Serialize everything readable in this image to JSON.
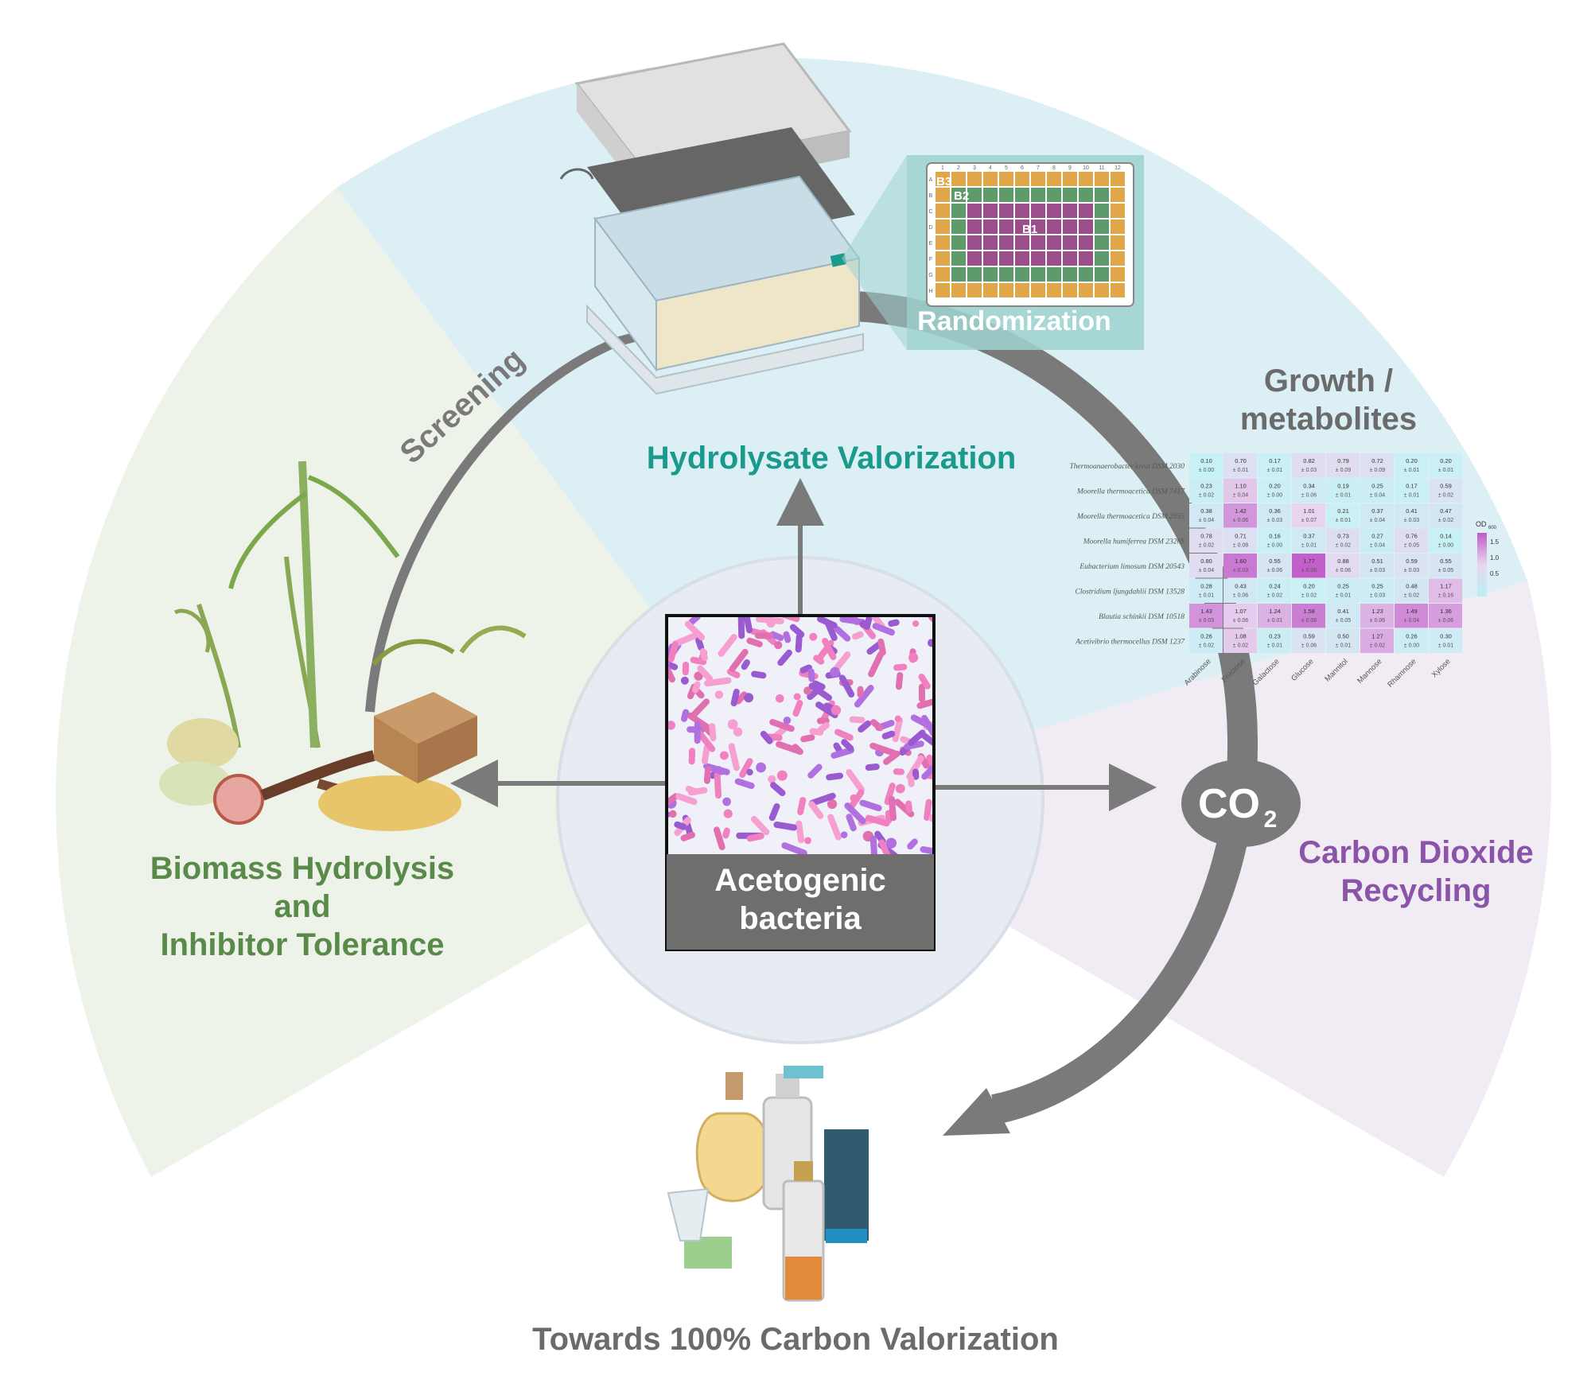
{
  "labels": {
    "biomass": [
      "Biomass Hydrolysis",
      "and",
      "Inhibitor Tolerance"
    ],
    "hydrolysate": "Hydrolysate Valorization",
    "carbon_dioxide": [
      "Carbon Dioxide",
      "Recycling"
    ],
    "towards": "Towards 100% Carbon Valorization",
    "acetogenic": [
      "Acetogenic",
      "bacteria"
    ],
    "screening": "Screening",
    "randomization": "Randomization",
    "growth": [
      "Growth /",
      "metabolites"
    ],
    "co2": "CO",
    "co2_sub": "2"
  },
  "plate": {
    "columns": [
      "1",
      "2",
      "3",
      "4",
      "5",
      "6",
      "7",
      "8",
      "9",
      "10",
      "11",
      "12"
    ],
    "rows": [
      "A",
      "B",
      "C",
      "D",
      "E",
      "F",
      "G",
      "H"
    ],
    "blocks": [
      "B3",
      "B2",
      "B1"
    ]
  },
  "heatmap": {
    "species": [
      "Thermoanaerobacter kivui DSM 2030",
      "Moorella thermoacetica DSM 7417",
      "Moorella thermoacetica DSM 2955",
      "Moorella humiferrea DSM 23265",
      "Eubacterium limosum DSM 20543",
      "Clostridium ljungdahlii DSM 13528",
      "Blautia schinkii DSM 10518",
      "Acetivibrio thermocellus DSM 1237"
    ],
    "sugars": [
      "Arabinose",
      "Fructose",
      "Galactose",
      "Glucose",
      "Mannitol",
      "Mannose",
      "Rhamnose",
      "Xylose"
    ],
    "values": [
      [
        [
          0.1,
          0.0
        ],
        [
          0.7,
          0.01
        ],
        [
          0.17,
          0.01
        ],
        [
          0.82,
          0.03
        ],
        [
          0.79,
          0.09
        ],
        [
          0.72,
          0.09
        ],
        [
          0.2,
          0.01
        ],
        [
          0.2,
          0.01
        ]
      ],
      [
        [
          0.23,
          0.02
        ],
        [
          1.1,
          0.04
        ],
        [
          0.2,
          0.0
        ],
        [
          0.34,
          0.06
        ],
        [
          0.19,
          0.01
        ],
        [
          0.25,
          0.04
        ],
        [
          0.17,
          0.01
        ],
        [
          0.59,
          0.02
        ]
      ],
      [
        [
          0.38,
          0.04
        ],
        [
          1.42,
          0.06
        ],
        [
          0.36,
          0.03
        ],
        [
          1.01,
          0.07
        ],
        [
          0.21,
          0.01
        ],
        [
          0.37,
          0.04
        ],
        [
          0.41,
          0.03
        ],
        [
          0.47,
          0.02
        ]
      ],
      [
        [
          0.78,
          0.02
        ],
        [
          0.71,
          0.08
        ],
        [
          0.16,
          0.0
        ],
        [
          0.37,
          0.01
        ],
        [
          0.73,
          0.02
        ],
        [
          0.27,
          0.04
        ],
        [
          0.76,
          0.05
        ],
        [
          0.14,
          0.0
        ]
      ],
      [
        [
          0.8,
          0.04
        ],
        [
          1.6,
          0.03
        ],
        [
          0.55,
          0.06
        ],
        [
          1.77,
          0.06
        ],
        [
          0.88,
          0.06
        ],
        [
          0.51,
          0.03
        ],
        [
          0.59,
          0.03
        ],
        [
          0.55,
          0.05
        ]
      ],
      [
        [
          0.28,
          0.01
        ],
        [
          0.43,
          0.06
        ],
        [
          0.24,
          0.02
        ],
        [
          0.2,
          0.02
        ],
        [
          0.25,
          0.01
        ],
        [
          0.25,
          0.03
        ],
        [
          0.48,
          0.02
        ],
        [
          1.17,
          0.16
        ]
      ],
      [
        [
          1.43,
          0.03
        ],
        [
          1.07,
          0.06
        ],
        [
          1.24,
          0.01
        ],
        [
          1.58,
          0.08
        ],
        [
          0.41,
          0.05
        ],
        [
          1.23,
          0.06
        ],
        [
          1.49,
          0.04
        ],
        [
          1.36,
          0.06
        ]
      ],
      [
        [
          0.26,
          0.02
        ],
        [
          1.08,
          0.02
        ],
        [
          0.23,
          0.01
        ],
        [
          0.59,
          0.06
        ],
        [
          0.5,
          0.01
        ],
        [
          1.27,
          0.02
        ],
        [
          0.26,
          0.0
        ],
        [
          0.3,
          0.01
        ]
      ]
    ],
    "legend_title": "OD",
    "legend_sub": "600",
    "legend_ticks": [
      "1.5",
      "1.0",
      "0.5"
    ]
  },
  "colors": {
    "green_region": "#eef3ea",
    "teal_region": "#dceff4",
    "purple_region": "#f1ecf4",
    "center_circle": "#e8edf2",
    "arrow": "#7a7a7a",
    "green_text": "#5a8a4a",
    "teal_text": "#1a9a8c",
    "purple_text": "#8a55a8",
    "grey_text": "#6b6b6b"
  }
}
